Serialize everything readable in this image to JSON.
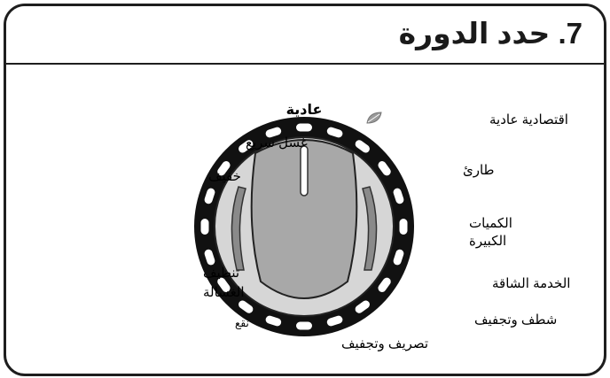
{
  "header": {
    "title": "7. حدد الدورة"
  },
  "dial": {
    "labels": {
      "normal": "عادية",
      "eco_normal": "اقتصادية عادية",
      "quick_wash": "غسل سريع",
      "light": "خفيف",
      "emergency": "طارئ",
      "bulky_line1": "الكميات",
      "bulky_line2": "الكبيرة",
      "tub_clean_line1": "تنظيف",
      "tub_clean_line2": "الغسالة",
      "heavy_duty": "الخدمة الشاقة",
      "soak": "نقع",
      "rinse_spin": "شطف وتجفيف",
      "drain_spin": "تصريف وتجفيف"
    },
    "icons": {
      "eco": "leaf-icon"
    },
    "colors": {
      "ring": "#111111",
      "marker": "#ffffff",
      "knob_outer": "#c8c8c8",
      "knob_inner": "#9a9a9a",
      "pointer": "#ffffff"
    }
  }
}
